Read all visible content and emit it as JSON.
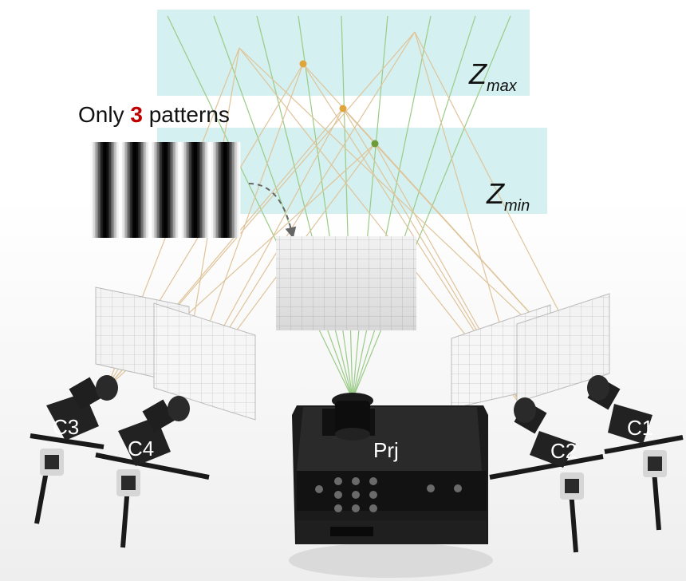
{
  "headline": {
    "prefix": "Only ",
    "count": "3",
    "suffix": " patterns",
    "count_color": "#c00000"
  },
  "planes": {
    "zmax": {
      "symbol": "Z",
      "subscript": "max"
    },
    "zmin": {
      "symbol": "Z",
      "subscript": "min"
    }
  },
  "devices": {
    "projector": "Prj",
    "camera_1": "C1",
    "camera_2": "C2",
    "camera_3": "C3",
    "camera_4": "C4"
  },
  "colors": {
    "plane": "#c9ecec",
    "ray_projector": "#9acb86",
    "ray_camera": "#dfc49a",
    "point_a": "#e0a43c",
    "point_b": "#6e9a3a",
    "device_body": "#1b1b1b",
    "bracket": "#d6d6d6"
  },
  "fringe": {
    "periods": 5
  }
}
